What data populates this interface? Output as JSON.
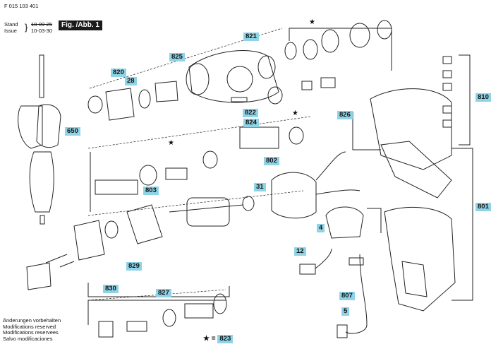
{
  "header": {
    "doc_number": "F 015 103 401",
    "stand_label": "Stand",
    "issue_label": "Issue",
    "stand_date_old": "10-09-25",
    "issue_date": "10-03-30",
    "figure_label": "Fig. /Abb. 1"
  },
  "callouts": {
    "c821": "821",
    "c825": "825",
    "c820": "820",
    "c28": "28",
    "c822": "822",
    "c824": "824",
    "c650": "650",
    "c826": "826",
    "c810": "810",
    "c802": "802",
    "c803": "803",
    "c31": "31",
    "c801": "801",
    "c4": "4",
    "c829": "829",
    "c12": "12",
    "c830": "830",
    "c827": "827",
    "c807": "807",
    "c5": "5"
  },
  "star_marker": "★",
  "footer": {
    "lines": [
      "Änderungen vorbehalten",
      "Modifications reserved",
      "Modifications reservees",
      "Salvo modificaciones"
    ]
  },
  "legend": {
    "star": "★",
    "equals": "=",
    "code": "823"
  }
}
